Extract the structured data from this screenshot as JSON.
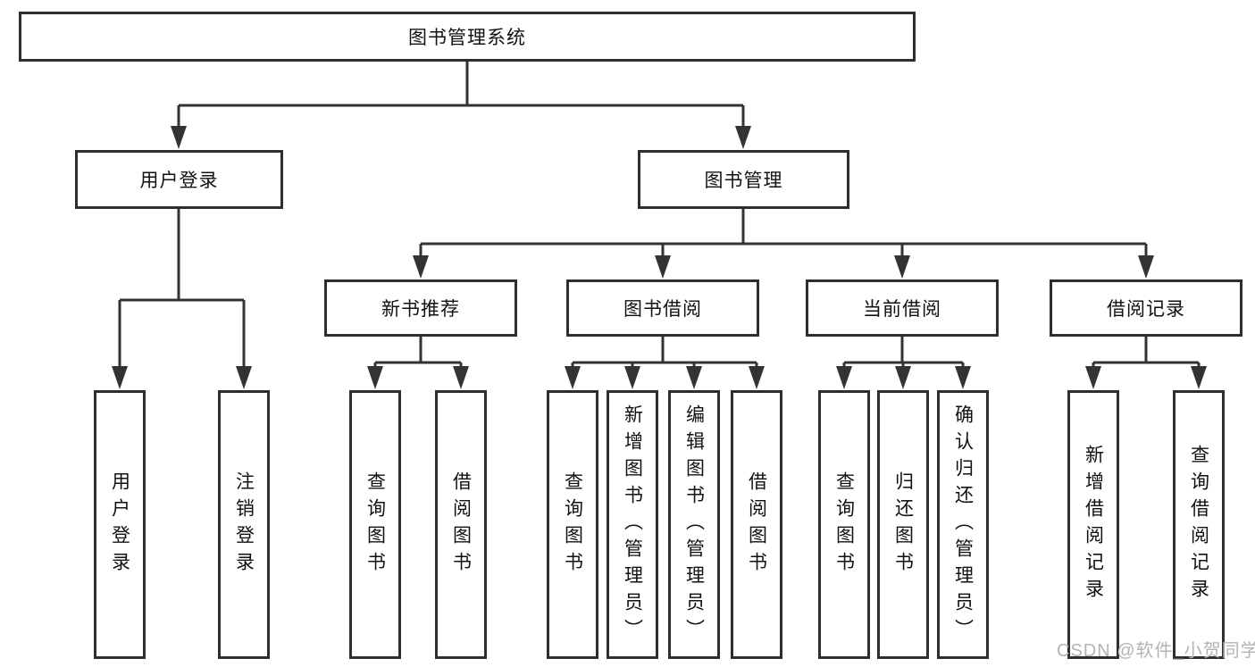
{
  "title": {
    "root": "图书管理系统"
  },
  "level2": {
    "user_login": "用户登录",
    "book_management": "图书管理"
  },
  "level3": {
    "new_book": "新书推荐",
    "book_borrow": "图书借阅",
    "current_borrow": "当前借阅",
    "borrow_record": "借阅记录"
  },
  "leaves": {
    "user_login": "用户登录",
    "logout": "注销登录",
    "nb_query": "查询图书",
    "nb_borrow": "借阅图书",
    "bb_query": "查询图书",
    "bb_add": "新增图书（管理员）",
    "bb_edit": "编辑图书（管理员）",
    "bb_borrow": "借阅图书",
    "cb_query": "查询图书",
    "cb_return": "归还图书",
    "cb_confirm": "确认归还（管理员）",
    "br_add": "新增借阅记录",
    "br_query": "查询借阅记录"
  },
  "watermark": "CSDN @软件_小贺同学",
  "colors": {
    "line": "#333333",
    "border": "#2e2e2e",
    "text": "#111111",
    "watermark": "#b3b3b3",
    "background": "#ffffff"
  }
}
